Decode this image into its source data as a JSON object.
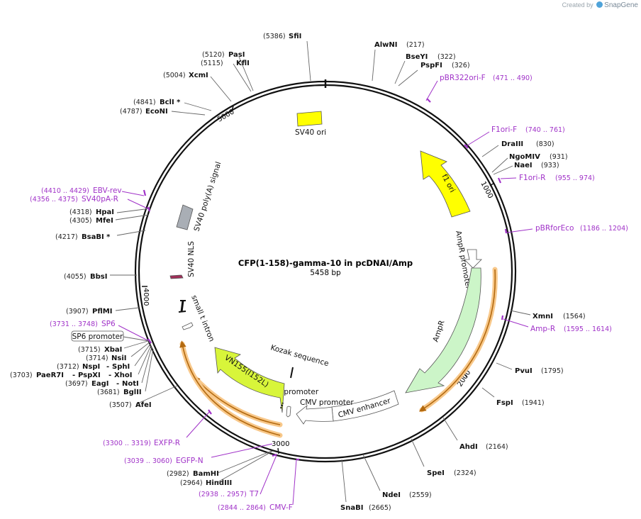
{
  "credit": {
    "prefix": "Created by",
    "brand": "SnapGene"
  },
  "plasmid": {
    "name": "CFP(1-158)-gamma-10 in pcDNAI/Amp",
    "length_label": "5458 bp",
    "length": 5458
  },
  "ticks": [
    "1000",
    "2000",
    "3000",
    "4000",
    "5000"
  ],
  "enzymes": [
    {
      "name": "SfiI",
      "pos": "(5386)"
    },
    {
      "name": "AlwNI",
      "pos": "(217)"
    },
    {
      "name": "BseYI",
      "pos": "(322)"
    },
    {
      "name": "PspFI",
      "pos": "(326)"
    },
    {
      "name": "PasI",
      "pos": "(5120)"
    },
    {
      "name": "KflI",
      "pos": "(5115)"
    },
    {
      "name": "XcmI",
      "pos": "(5004)"
    },
    {
      "name": "BclI *",
      "pos": "(4841)"
    },
    {
      "name": "EcoNI",
      "pos": "(4787)"
    },
    {
      "name": "DraIII",
      "pos": "(830)"
    },
    {
      "name": "NgoMIV",
      "pos": "(931)"
    },
    {
      "name": "NaeI",
      "pos": "(933)"
    },
    {
      "name": "HpaI",
      "pos": "(4318)"
    },
    {
      "name": "MfeI",
      "pos": "(4305)"
    },
    {
      "name": "BsaBI *",
      "pos": "(4217)"
    },
    {
      "name": "BbsI",
      "pos": "(4055)"
    },
    {
      "name": "PflMI",
      "pos": "(3907)"
    },
    {
      "name": "XmnI",
      "pos": "(1564)"
    },
    {
      "name": "XbaI",
      "pos": "(3715)"
    },
    {
      "name": "NsiI",
      "pos": "(3714)"
    },
    {
      "name": "NspI",
      "pos": "(3712)"
    },
    {
      "name": "SphI",
      "pos": ""
    },
    {
      "name": "PaeR7I",
      "pos": "(3703)"
    },
    {
      "name": "PspXI",
      "pos": ""
    },
    {
      "name": "XhoI",
      "pos": ""
    },
    {
      "name": "EagI",
      "pos": "(3697)"
    },
    {
      "name": "NotI",
      "pos": ""
    },
    {
      "name": "BglII",
      "pos": "(3681)"
    },
    {
      "name": "PvuI",
      "pos": "(1795)"
    },
    {
      "name": "AfeI",
      "pos": "(3507)"
    },
    {
      "name": "FspI",
      "pos": "(1941)"
    },
    {
      "name": "AhdI",
      "pos": "(2164)"
    },
    {
      "name": "SpeI",
      "pos": "(2324)"
    },
    {
      "name": "NdeI",
      "pos": "(2559)"
    },
    {
      "name": "SnaBI",
      "pos": "(2665)"
    },
    {
      "name": "BamHI",
      "pos": "(2982)"
    },
    {
      "name": "HindIII",
      "pos": "(2964)"
    }
  ],
  "primers": [
    {
      "name": "pBR322ori-F",
      "range": "(471 .. 490)"
    },
    {
      "name": "F1ori-F",
      "range": "(740 .. 761)"
    },
    {
      "name": "F1ori-R",
      "range": "(955 .. 974)"
    },
    {
      "name": "pBRforEco",
      "range": "(1186 .. 1204)"
    },
    {
      "name": "Amp-R",
      "range": "(1595 .. 1614)"
    },
    {
      "name": "EBV-rev",
      "range": "(4410 .. 4429)"
    },
    {
      "name": "SV40pA-R",
      "range": "(4356 .. 4375)"
    },
    {
      "name": "SP6",
      "range": "(3731 .. 3748)"
    },
    {
      "name": "EXFP-R",
      "range": "(3300 .. 3319)"
    },
    {
      "name": "EGFP-N",
      "range": "(3039 .. 3060)"
    },
    {
      "name": "T7",
      "range": "(2938 .. 2957)"
    },
    {
      "name": "CMV-F",
      "range": "(2844 .. 2864)"
    }
  ],
  "features": [
    {
      "name": "SV40 ori",
      "color": "#ffff00"
    },
    {
      "name": "f1 ori",
      "color": "#ffff00"
    },
    {
      "name": "AmpR promoter",
      "color": "#ffffff"
    },
    {
      "name": "AmpR",
      "color": "#ccf5c8"
    },
    {
      "name": "CMV enhancer",
      "color": "#ffffff"
    },
    {
      "name": "CMV promoter",
      "color": "#ffffff"
    },
    {
      "name": "T7 promoter",
      "color": "#ffffff"
    },
    {
      "name": "Kozak sequence",
      "color": "#ffffff"
    },
    {
      "name": "VN155(I152L)",
      "color": "#d8f53a"
    },
    {
      "name": "small t intron",
      "color": "#ffffff"
    },
    {
      "name": "SP6 promoter",
      "color": "#ffffff"
    },
    {
      "name": "SV40 NLS",
      "color": "#a0305a"
    },
    {
      "name": "SV40 poly(A) signal",
      "color": "#a9aeb5"
    }
  ],
  "colors": {
    "backbone": "#111111",
    "primer": "#a032c8",
    "orf_highlight": "#f8c88a",
    "orf_line": "#b36a10"
  }
}
